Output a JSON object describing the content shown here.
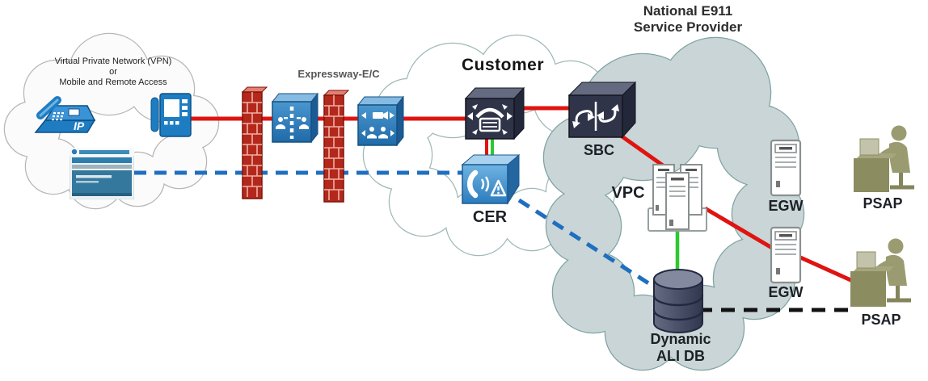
{
  "clouds": {
    "vpn": {
      "line1": "Virtual Private Network (VPN)",
      "line2": "or",
      "line3": "Mobile and Remote Access"
    },
    "customer": {
      "label": "Customer"
    },
    "e911": {
      "line1": "National E911",
      "line2": "Service Provider"
    }
  },
  "labels": {
    "expressway": "Expressway-E/C",
    "sbc": "SBC",
    "cer": "CER",
    "vpc": "VPC",
    "egw_top": "EGW",
    "egw_bottom": "EGW",
    "psap_top": "PSAP",
    "psap_bottom": "PSAP",
    "alidb_line1": "Dynamic",
    "alidb_line2": "ALI DB",
    "ip_phone_badge": "IP"
  },
  "colors": {
    "line_red": "#df1410",
    "line_blue": "#1f6fc0",
    "line_green": "#2ec830",
    "line_black": "#111111",
    "device_blue": "#1e7dc2",
    "device_navy": "#2f3449",
    "firewall_red": "#b3281b",
    "e911_cloud_fill": "#c9d5d7",
    "e911_cloud_stroke": "#7fa3a3",
    "customer_cloud_stroke": "#9fb8b8",
    "psap_olive": "#9a9b70"
  },
  "connections": [
    {
      "from": "remote-endpoint",
      "to": "cucm",
      "style": "solid",
      "color": "#df1410"
    },
    {
      "from": "cucm",
      "to": "sbc",
      "style": "solid",
      "color": "#df1410"
    },
    {
      "from": "cucm",
      "to": "cer",
      "style": "solid-pair",
      "color": "#df1410,#2ec830"
    },
    {
      "from": "sbc",
      "to": "vpc",
      "style": "solid",
      "color": "#df1410"
    },
    {
      "from": "vpc",
      "to": "egw-bottom",
      "style": "solid",
      "color": "#df1410"
    },
    {
      "from": "egw-bottom",
      "to": "psap-bottom",
      "style": "solid",
      "color": "#df1410"
    },
    {
      "from": "vpn-portal",
      "to": "cer",
      "style": "dashed",
      "color": "#1f6fc0"
    },
    {
      "from": "cer",
      "to": "ali-db",
      "style": "dashed",
      "color": "#1f6fc0"
    },
    {
      "from": "vpc",
      "to": "ali-db",
      "style": "solid",
      "color": "#2ec830"
    },
    {
      "from": "ali-db",
      "to": "psap-bottom",
      "style": "dashed",
      "color": "#111111"
    }
  ]
}
